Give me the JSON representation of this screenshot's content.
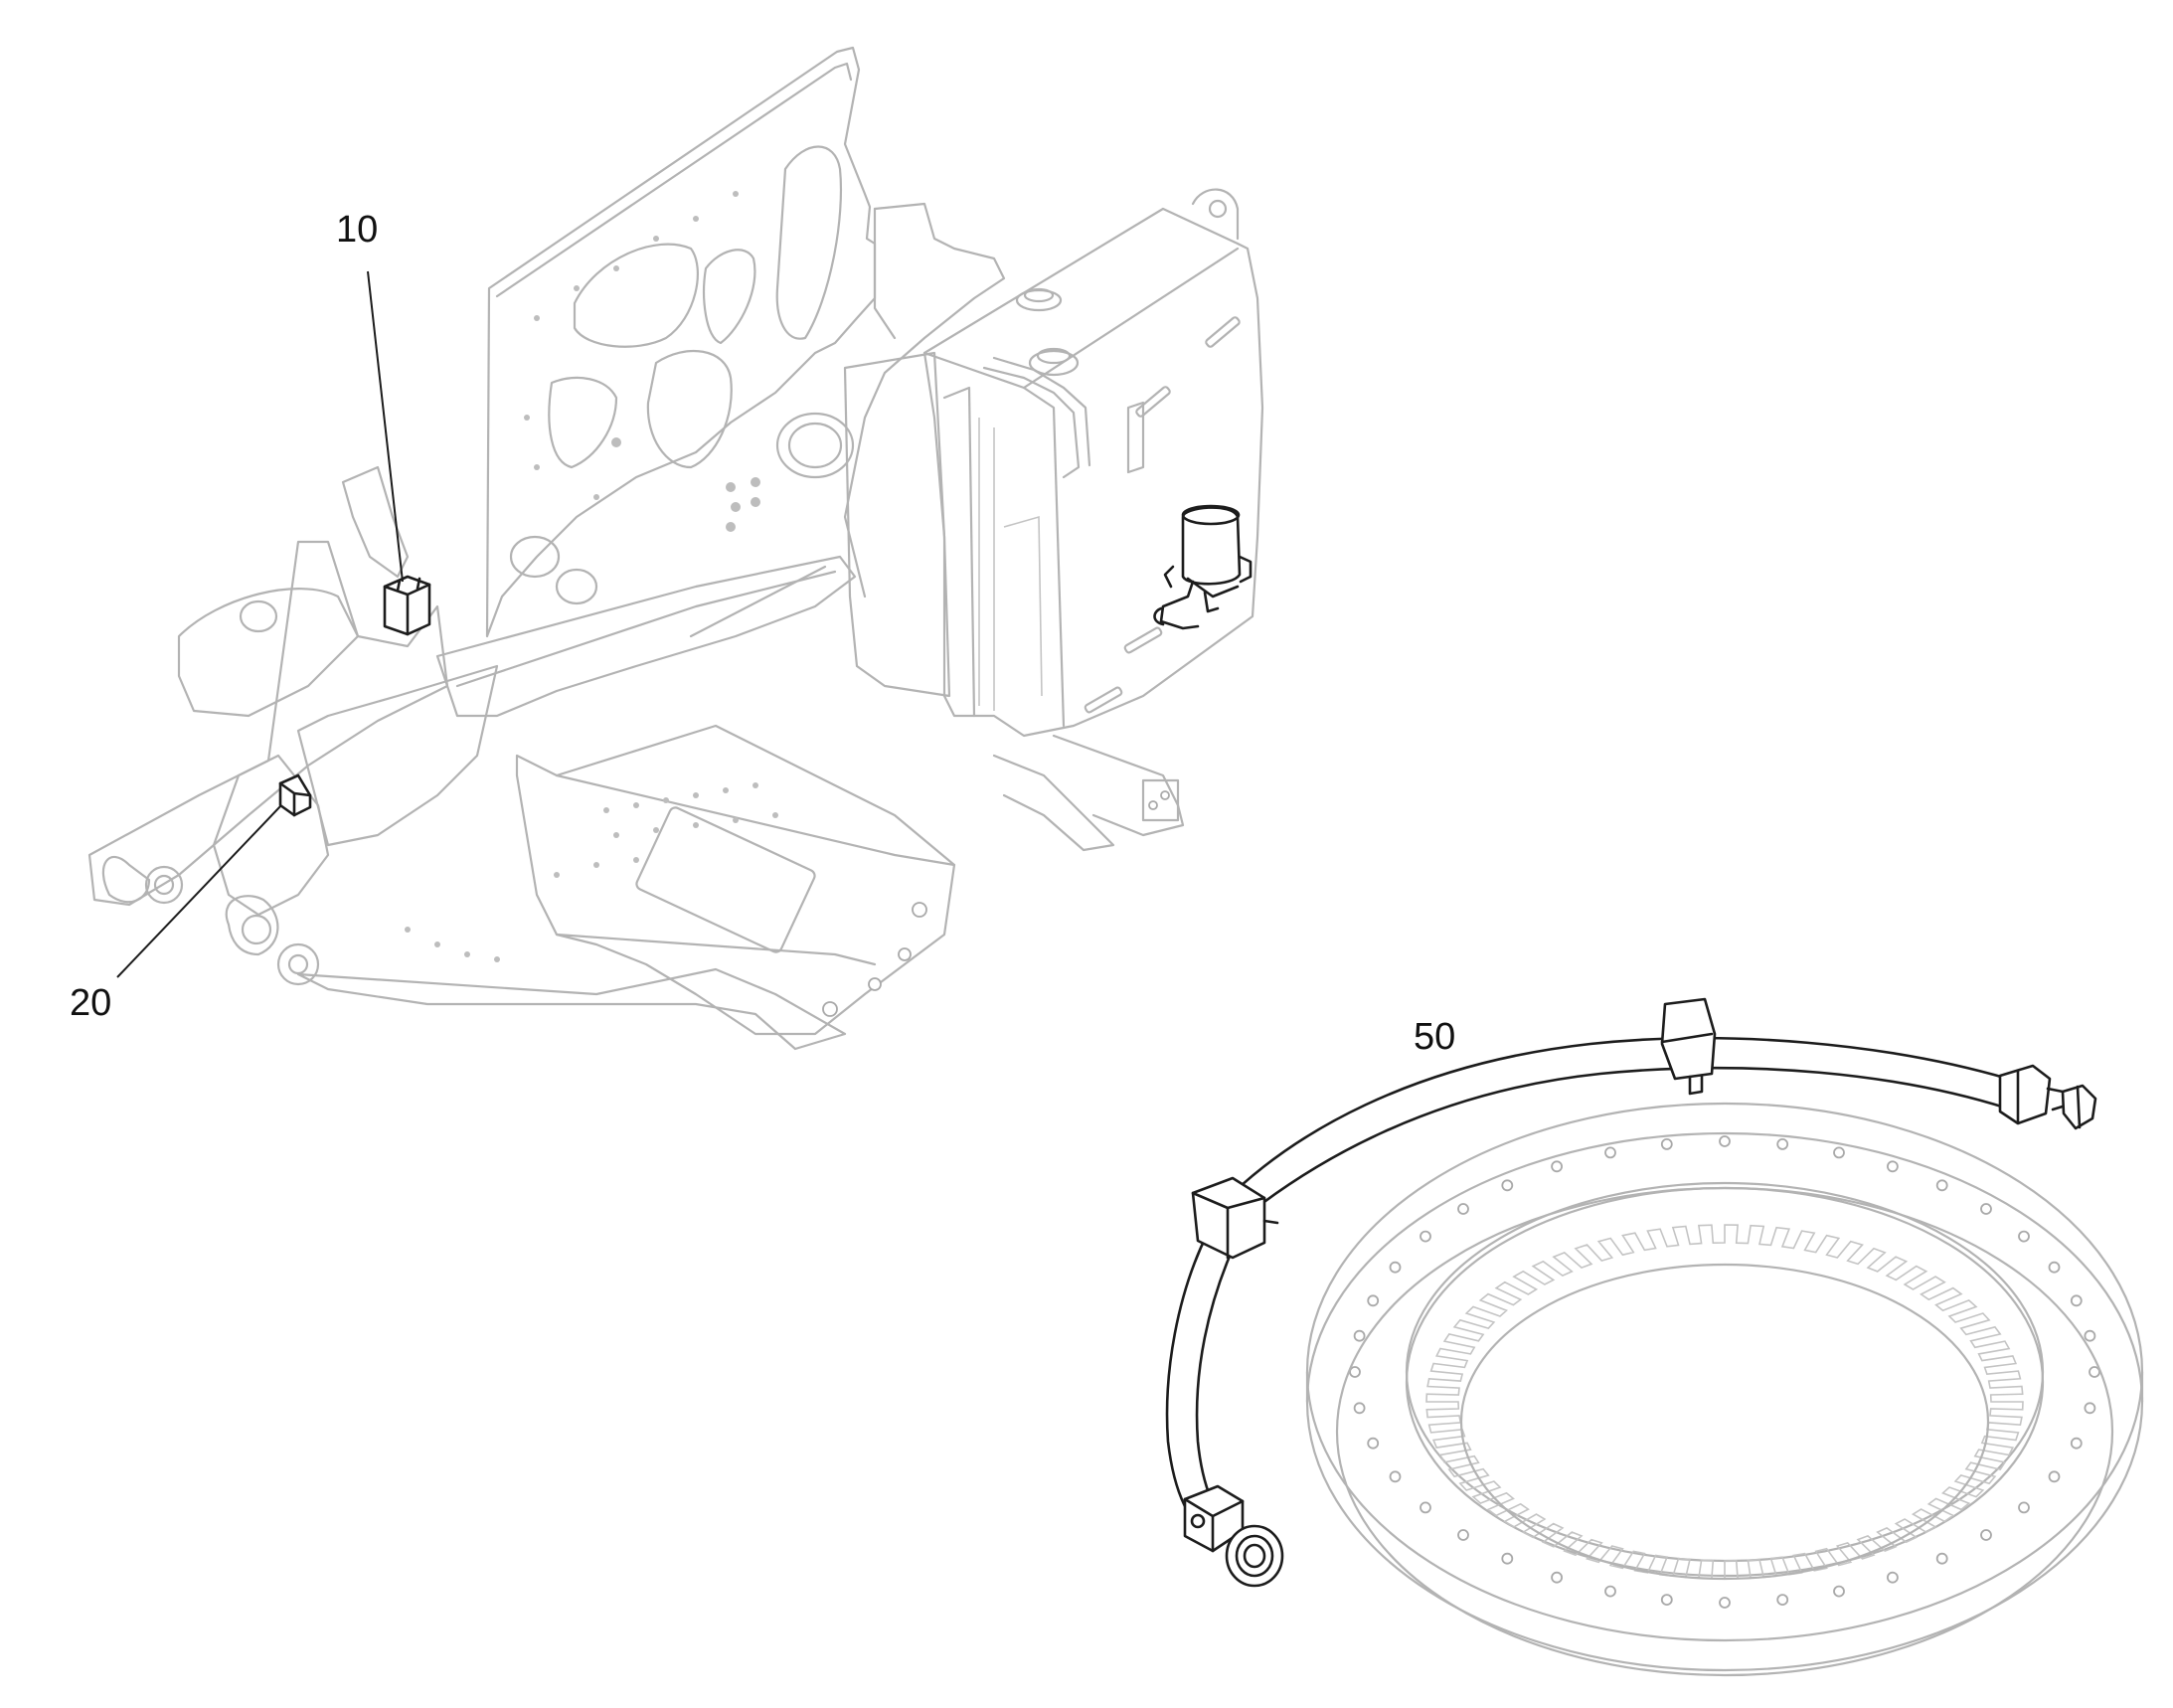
{
  "callouts": {
    "item_10": "10",
    "item_20": "20",
    "item_50": "50"
  },
  "colors": {
    "background": "#ffffff",
    "context_lines": "#b3b3b3",
    "highlighted_parts": "#1c1c1c"
  }
}
